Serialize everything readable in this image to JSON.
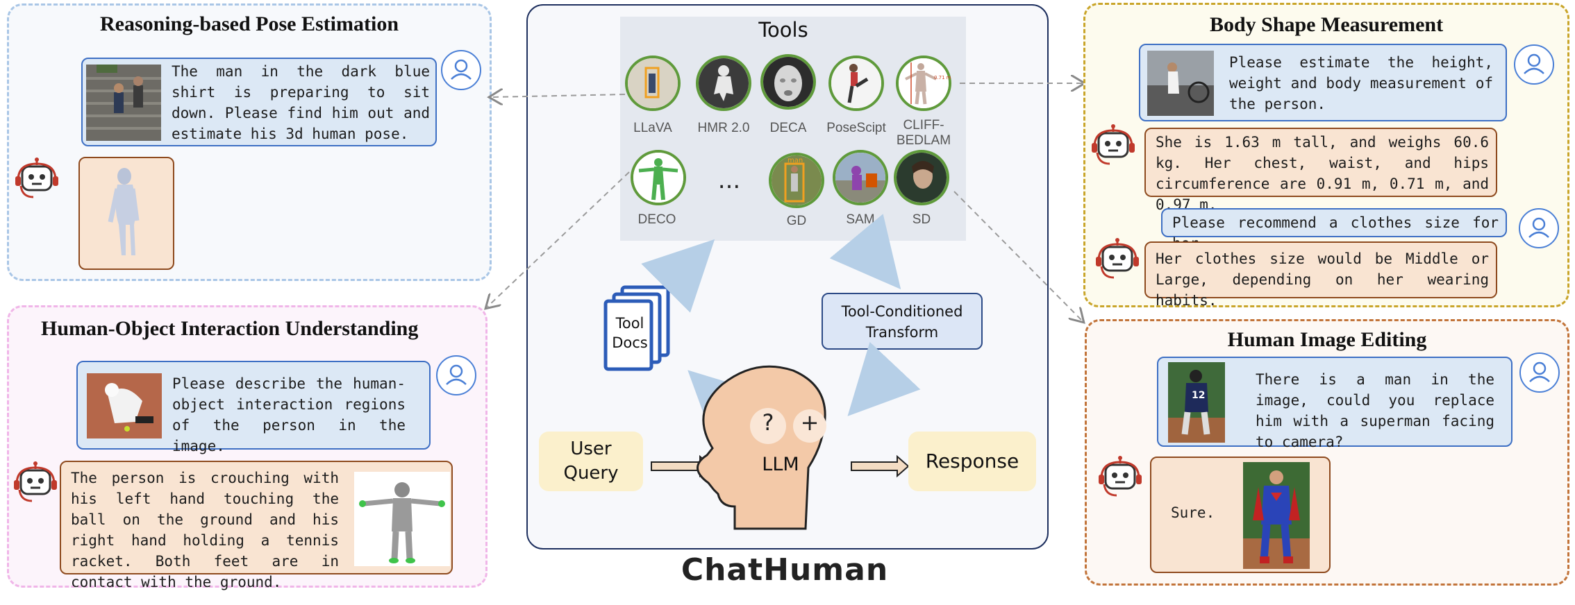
{
  "center": {
    "tools_title": "Tools",
    "tools": [
      {
        "id": "llava",
        "label": "LLaVA"
      },
      {
        "id": "hmr",
        "label": "HMR 2.0"
      },
      {
        "id": "deca",
        "label": "DECA"
      },
      {
        "id": "posescipt",
        "label": "PoseScipt"
      },
      {
        "id": "cliff",
        "label": "CLIFF-\nBEDLAM"
      },
      {
        "id": "deco",
        "label": "DECO"
      },
      {
        "id": "gd",
        "label": "GD"
      },
      {
        "id": "sam",
        "label": "SAM"
      },
      {
        "id": "sd",
        "label": "SD"
      }
    ],
    "ellipsis": "...",
    "tool_docs": "Tool\nDocs",
    "transform": "Tool-Conditioned\nTransform",
    "user_query": "User\nQuery",
    "llm": "LLM",
    "llm_q": "?",
    "llm_plus": "+",
    "response": "Response",
    "system_name": "ChatHuman",
    "gd_tag": "man"
  },
  "panels": {
    "pose": {
      "title": "Reasoning-based Pose Estimation",
      "user_text": "The man in the dark blue shirt is preparing to sit down. Please find him out and estimate his 3d human pose."
    },
    "hoi": {
      "title": "Human-Object Interaction Understanding",
      "user_text": "Please describe the human-object interaction regions of the person in the image.",
      "bot_text": "The person is crouching with his left hand touching the ball on the ground and his right hand holding a tennis racket. Both feet are in contact with the ground."
    },
    "body": {
      "title": "Body Shape Measurement",
      "user_text1": "Please estimate the height, weight and body measurement of the person.",
      "bot_text1": "She is 1.63 m tall, and weighs 60.6 kg. Her chest, waist, and hips circumference are 0.91 m, 0.71 m, and 0.97 m.",
      "user_text2": "Please recommend a clothes size for her.",
      "bot_text2": "Her clothes size would be Middle or Large, depending on her wearing habits.",
      "measure_1": "1.63 m",
      "measure_2": "0.71 m",
      "measure_3": "0.91 m",
      "measure_4": "0.97 m"
    },
    "edit": {
      "title": "Human Image Editing",
      "user_text": "There is a man in the image, could you replace him with a superman facing to camera?",
      "bot_text": "Sure.",
      "jersey": "12"
    }
  },
  "colors": {
    "pose_border": "#a9c6e6",
    "hoi_border": "#f0b5e8",
    "body_border": "#c9a52a",
    "edit_border": "#c2743a",
    "user_bubble": "#dce8f5",
    "bot_bubble": "#f9e4d2",
    "tool_ring": "#5f9a3b"
  },
  "icons": [
    "user-avatar-icon",
    "robot-icon",
    "arrow-icon"
  ]
}
